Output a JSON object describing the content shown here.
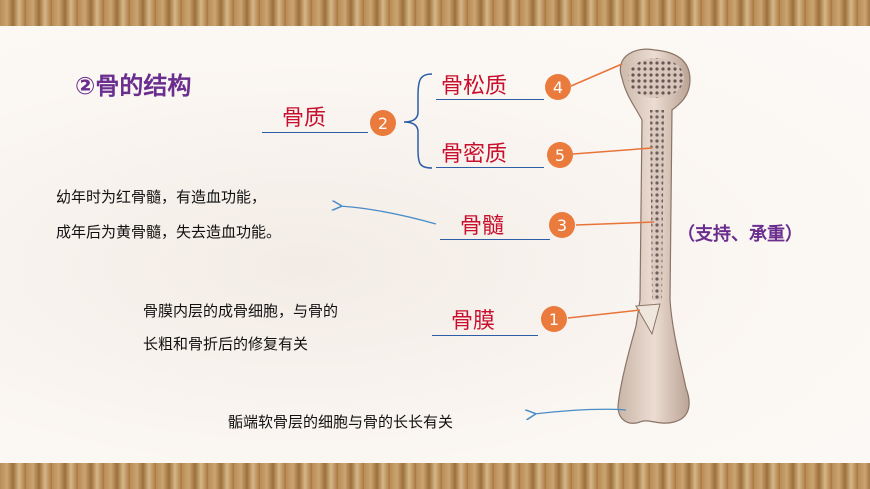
{
  "title": "②骨的结构",
  "labels": {
    "gu_zhi": "骨质",
    "gu_song_zhi": "骨松质",
    "gu_mi_zhi": "骨密质",
    "gu_sui": "骨髓",
    "gu_mo": "骨膜"
  },
  "badges": {
    "b1": "1",
    "b2": "2",
    "b3": "3",
    "b4": "4",
    "b5": "5"
  },
  "notes": {
    "marrow_line1": "幼年时为红骨髓，有造血功能，",
    "marrow_line2": "成年后为黄骨髓，失去造血功能。",
    "periosteum_line1": "骨膜内层的成骨细胞，与骨的",
    "periosteum_line2": "长粗和骨折后的修复有关",
    "epiphysis": "骺端软骨层的细胞与骨的长长有关",
    "function": "（支持、承重）"
  },
  "colors": {
    "title": "#6a2e8f",
    "label_red": "#c8102e",
    "badge": "#ea7b3c",
    "underline": "#2c5ea8",
    "pointer_orange": "#e8743a",
    "arrow_blue": "#4a8cc8"
  }
}
